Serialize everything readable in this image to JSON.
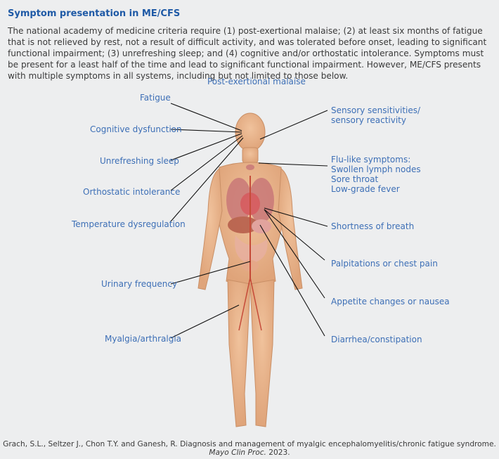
{
  "title": "Symptom presentation in ME/CFS",
  "intro": "The national academy of medicine criteria require (1) post-exertional malaise; (2) at least six months of fatigue that is not relieved by rest, not a result of difficult activity, and was tolerated before onset, leading to significant functional impairment; (3) unrefreshing sleep; and (4) cognitive and/or orthostatic intolerance. Symptoms must be present for a least half of the time and lead to significant functional impairment. However, ME/CFS presents with multiple symptoms in all systems, including but not limited to those below.",
  "center_label": "Post-exertional malaise",
  "left_labels": [
    "Fatigue",
    "Cognitive dysfunction",
    "Unrefreshing sleep",
    "Orthostatic intolerance",
    "Temperature dysregulation",
    "Urinary frequency",
    "Myalgia/arthralgia"
  ],
  "right_labels": {
    "sensory": [
      "Sensory sensitivities/",
      "sensory reactivity"
    ],
    "flu": [
      "Flu-like symptoms:",
      "Swollen lymph nodes",
      "Sore throat",
      "Low-grade fever"
    ],
    "breath": "Shortness of breath",
    "palpitations": "Palpitations or chest pain",
    "appetite": "Appetite changes or nausea",
    "diarrhea": "Diarrhea/constipation"
  },
  "citation": {
    "text": "Grach, S.L., Seltzer J., Chon T.Y. and Ganesh, R. Diagnosis and management of myalgic encephalomyelitis/chronic fatigue syndrome.",
    "journal": "Mayo Clin Proc.",
    "year": "2023."
  },
  "colors": {
    "title": "#1f5aa6",
    "label": "#3d6fb6",
    "body": "#e8b48c",
    "organ": "#d98a8a",
    "line": "#111111"
  }
}
